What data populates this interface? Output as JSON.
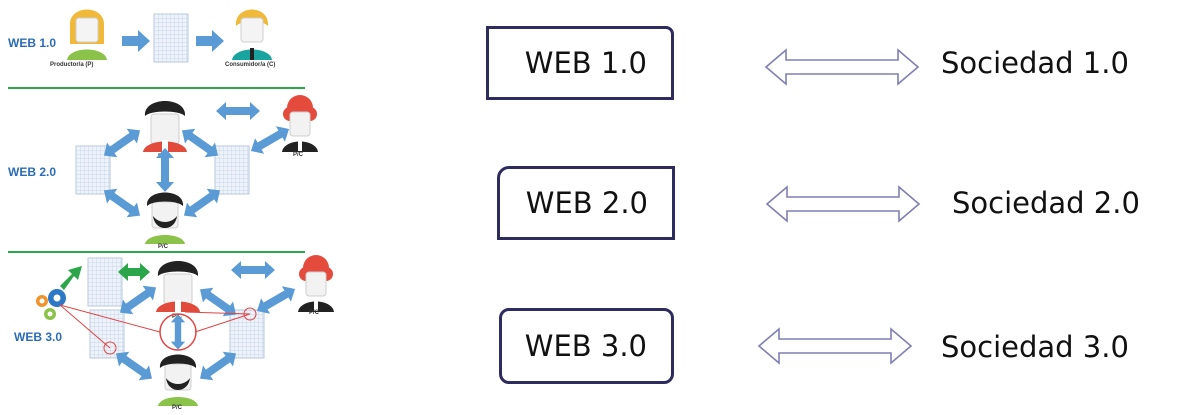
{
  "left_diagram": {
    "web1_label": "WEB 1.0",
    "web2_label": "WEB 2.0",
    "web3_label": "WEB 3.0",
    "producer_caption": "Productor/a (P)",
    "consumer_caption": "Consumidor/a (C)",
    "pc_caption": "P/C",
    "separator_color": "#2aa84a",
    "arrow_color": "#5b9bd5",
    "green_arrow_color": "#2ca64a",
    "highlight_color": "#e04545",
    "label_color": "#2b6cb8"
  },
  "rows": [
    {
      "web": "WEB 1.0",
      "society": "Sociedad 1.0"
    },
    {
      "web": "WEB 2.0",
      "society": "Sociedad 2.0"
    },
    {
      "web": "WEB 3.0",
      "society": "Sociedad 3.0"
    }
  ],
  "colors": {
    "box_border": "#2e2b5e",
    "double_arrow": "#7f7fb3"
  }
}
